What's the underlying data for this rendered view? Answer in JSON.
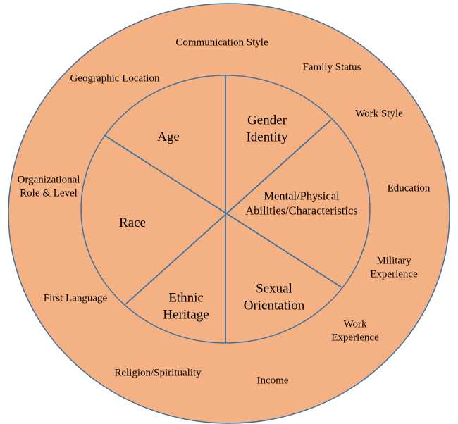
{
  "colors": {
    "fill": "#F4B183",
    "stroke": "#41719C"
  },
  "inner_dimensions": [
    {
      "id": "age",
      "label": "Age"
    },
    {
      "id": "gender",
      "label": "Gender\nIdentity"
    },
    {
      "id": "abilities",
      "label": "Mental/Physical\nAbilities/Characteristics"
    },
    {
      "id": "sexual",
      "label": "Sexual\nOrientation"
    },
    {
      "id": "ethnic",
      "label": "Ethnic\nHeritage"
    },
    {
      "id": "race",
      "label": "Race"
    }
  ],
  "outer_dimensions": [
    {
      "id": "communication",
      "label": "Communication Style"
    },
    {
      "id": "family",
      "label": "Family Status"
    },
    {
      "id": "geographic",
      "label": "Geographic Location"
    },
    {
      "id": "workstyle",
      "label": "Work Style"
    },
    {
      "id": "organizational",
      "label": "Organizational\nRole & Level"
    },
    {
      "id": "education",
      "label": "Education"
    },
    {
      "id": "military",
      "label": "Military\nExperience"
    },
    {
      "id": "firstlang",
      "label": "First Language"
    },
    {
      "id": "workexp",
      "label": "Work\nExperience"
    },
    {
      "id": "religion",
      "label": "Religion/Spirituality"
    },
    {
      "id": "income",
      "label": "Income"
    }
  ]
}
